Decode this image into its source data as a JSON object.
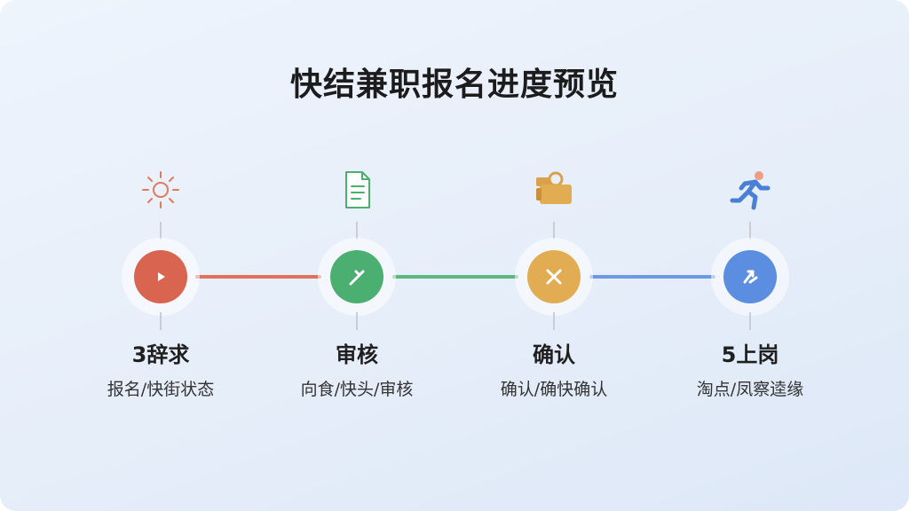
{
  "title": "快结兼职报名进度预览",
  "colors": {
    "step1": "#d9644f",
    "step2": "#4caf72",
    "step3": "#e2ad52",
    "step4": "#5b8de0"
  },
  "steps": [
    {
      "icon": "sun-icon",
      "node_icon": "play-icon",
      "label": "3辞求",
      "sub": "报名/快街状态"
    },
    {
      "icon": "document-icon",
      "node_icon": "pen-icon",
      "label": "审核",
      "sub": "向食/快头/审核"
    },
    {
      "icon": "folder-icon",
      "node_icon": "cross-icon",
      "label": "确认",
      "sub": "确认/确快确认"
    },
    {
      "icon": "running-person-icon",
      "node_icon": "arrow-icon",
      "label": "5上岗",
      "sub": "淘点/凤察逵缘"
    }
  ]
}
